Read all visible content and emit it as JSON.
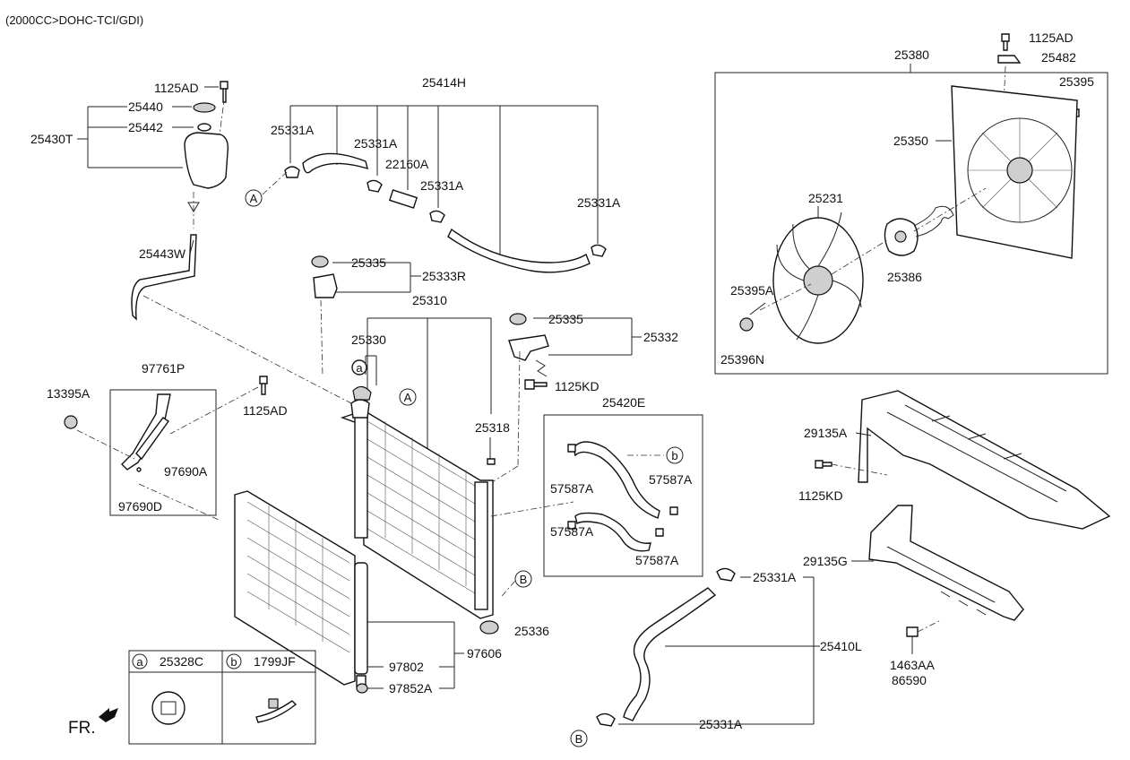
{
  "header": {
    "engine_spec": "(2000CC>DOHC-TCI/GDI)"
  },
  "front_indicator": "FR.",
  "callouts": {
    "a": "a",
    "b": "b",
    "A": "A",
    "B": "B"
  },
  "legend": {
    "a_letter": "a",
    "a_part": "25328C",
    "b_letter": "b",
    "b_part": "1799JF"
  },
  "parts": {
    "p1125AD_res": "1125AD",
    "p25440": "25440",
    "p25442": "25442",
    "p25430T": "25430T",
    "p25443W": "25443W",
    "p25414H": "25414H",
    "p25331A_1": "25331A",
    "p25331A_2": "25331A",
    "p22160A": "22160A",
    "p25331A_3": "25331A",
    "p25331A_4": "25331A",
    "p25335_1": "25335",
    "p25333R": "25333R",
    "p25310": "25310",
    "p25330": "25330",
    "p25335_2": "25335",
    "p25332": "25332",
    "p1125KD_1": "1125KD",
    "p25318": "25318",
    "p25420E": "25420E",
    "p57587A_1": "57587A",
    "p57587A_2": "57587A",
    "p57587A_3": "57587A",
    "p57587A_4": "57587A",
    "p25336": "25336",
    "p97761P": "97761P",
    "p13395A": "13395A",
    "p1125AD_brk": "1125AD",
    "p97690A": "97690A",
    "p97690D": "97690D",
    "p97802": "97802",
    "p97606": "97606",
    "p97852A": "97852A",
    "p1125AD_fan": "1125AD",
    "p25482": "25482",
    "p25380": "25380",
    "p25395": "25395",
    "p25350": "25350",
    "p25231": "25231",
    "p25386": "25386",
    "p25395A": "25395A",
    "p25396N": "25396N",
    "p29135A": "29135A",
    "p1125KD_2": "1125KD",
    "p29135G": "29135G",
    "p1463AA": "1463AA",
    "p86590": "86590",
    "p25331A_5": "25331A",
    "p25410L": "25410L",
    "p25331A_6": "25331A"
  }
}
